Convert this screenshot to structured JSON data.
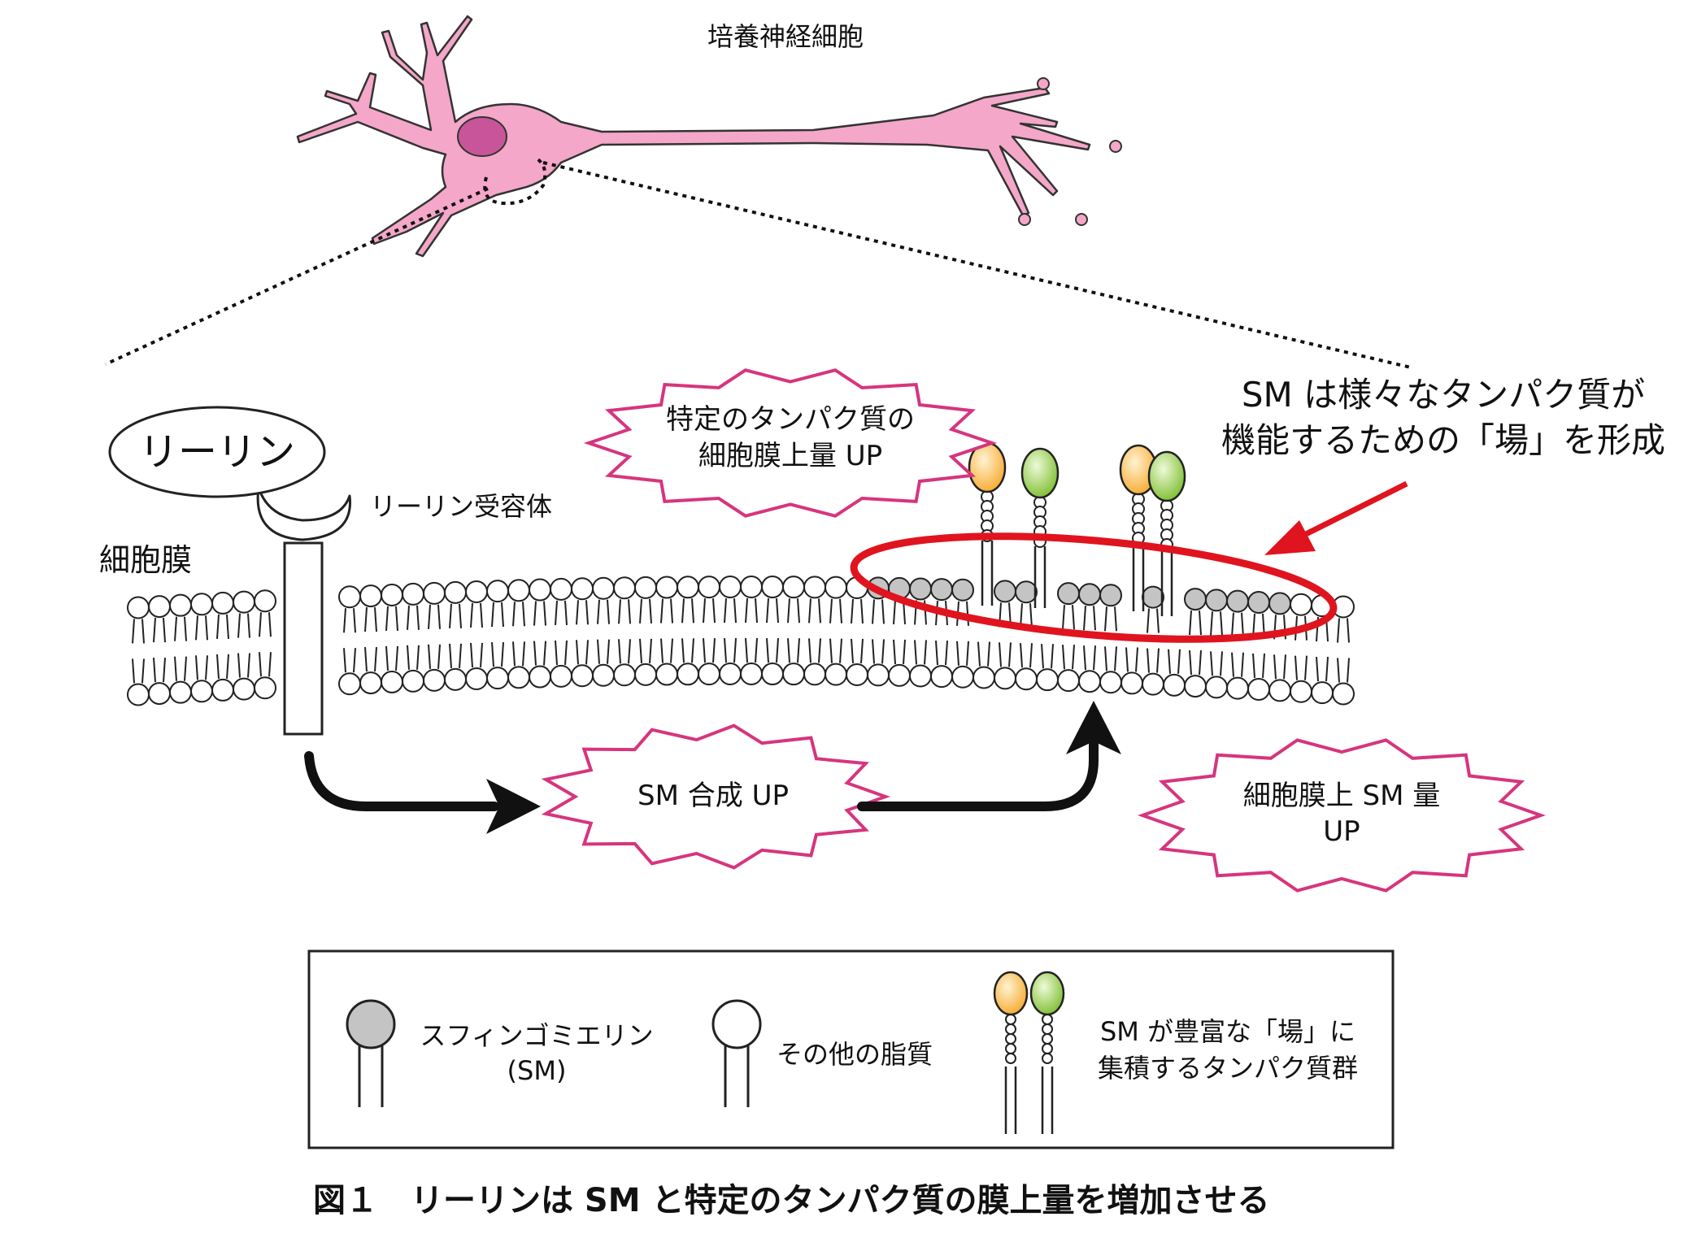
{
  "neuron_label": "培養神経細胞",
  "reelin_label": "リーリン",
  "receptor_label": "リーリン受容体",
  "membrane_label": "細胞膜",
  "callout_sm_domain": {
    "line1": "SM は様々なタンパク質が",
    "line2": "機能するための「場」を形成"
  },
  "burst_protein": {
    "line1": "特定のタンパク質の",
    "line2": "細胞膜上量 UP"
  },
  "burst_sm_synthesis": {
    "line1": "SM 合成 UP"
  },
  "burst_sm_amount": {
    "line1": "細胞膜上 SM 量",
    "line2": "UP"
  },
  "legend": {
    "sm_line1": "スフィンゴミエリン",
    "sm_line2": "(SM)",
    "other_lipid": "その他の脂質",
    "protein_line1": "SM が豊富な「場」に",
    "protein_line2": "集積するタンパク質群"
  },
  "caption": "図１　リーリンは SM と特定のタンパク質の膜上量を増加させる",
  "colors": {
    "neuron_body": "#f4a7c8",
    "neuron_nucleus": "#c8559a",
    "burst_outline": "#d6357e",
    "highlight_ring": "#e0141e",
    "sm_lipid_head": "#c4c4c4",
    "protein_orange": "#f7b545",
    "protein_green": "#8cc63f"
  }
}
